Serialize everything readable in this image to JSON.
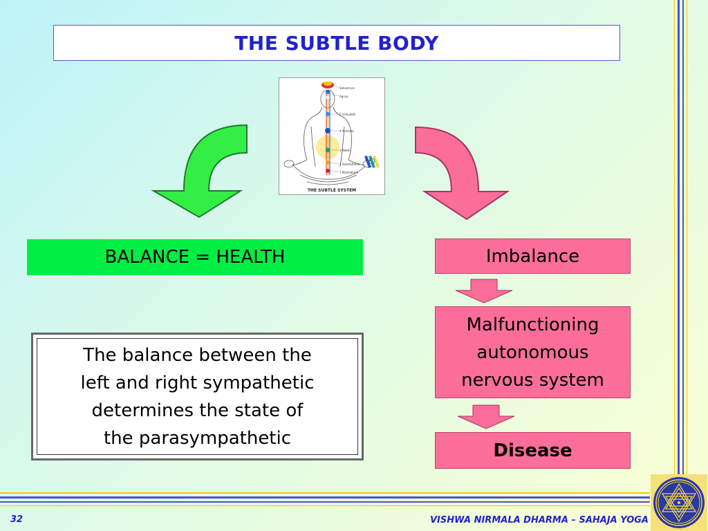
{
  "slide": {
    "title": "THE SUBTLE BODY",
    "page_number": "32",
    "footer": "VISHWA NIRMALA DHARMA – SAHAJA YOGA"
  },
  "figure": {
    "caption": "THE SUBTLE SYSTEM",
    "chakra_labels": [
      "Sahastrara",
      "Agnya",
      "5 Vishuddhi",
      "4 Anahata",
      "3 Nabhi",
      "2 Swadisthana",
      "1 Mooladhara"
    ]
  },
  "boxes": {
    "balance": "BALANCE = HEALTH",
    "imbalance": "Imbalance",
    "malfunction": [
      "Malfunctioning",
      "autonomous",
      "nervous system"
    ],
    "disease": "Disease",
    "balance_note": [
      "The balance between the",
      "left and right sympathetic",
      "determines the state of",
      "the parasympathetic"
    ]
  },
  "colors": {
    "title_text": "#2222cc",
    "balance_fill": "#00ee44",
    "imbalance_fill": "#fb6e9a",
    "left_arrow_fill": "#33ee44",
    "right_arrow_fill": "#fb6e9a"
  }
}
